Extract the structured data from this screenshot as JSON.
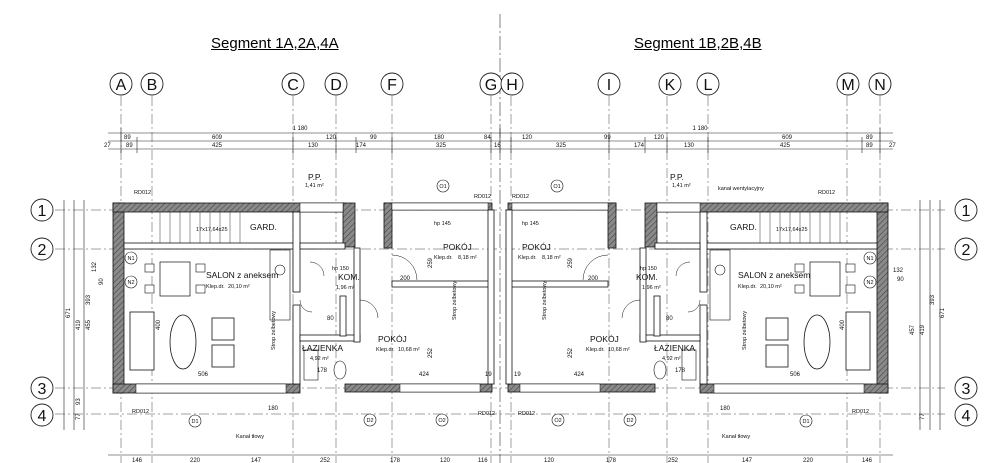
{
  "segments": {
    "left_title": "Segment 1A,2A,4A",
    "right_title": "Segment 1B,2B,4B"
  },
  "axes": {
    "letters": [
      "A",
      "B",
      "C",
      "D",
      "F",
      "G",
      "H",
      "I",
      "K",
      "L",
      "M",
      "N"
    ],
    "numbers": [
      "1",
      "2",
      "3",
      "4"
    ]
  },
  "dims": {
    "top_total": "1 180",
    "top_row1": [
      "89",
      "609",
      "120",
      "99",
      "180",
      "84",
      "120",
      "99",
      "120",
      "609",
      "89"
    ],
    "top_row2": [
      "27",
      "89",
      "425",
      "130",
      "174",
      "325",
      "16",
      "325",
      "174",
      "130",
      "425",
      "89",
      "27"
    ],
    "bottom_row": [
      "146",
      "220",
      "147",
      "252",
      "178",
      "120",
      "116",
      "120",
      "178",
      "252",
      "147",
      "220",
      "146"
    ],
    "left_side": [
      "132",
      "90",
      "393",
      "671",
      "419",
      "455",
      "93",
      "77"
    ],
    "right_side": [
      "132",
      "90",
      "393",
      "419",
      "457",
      "671",
      "77"
    ]
  },
  "rooms": {
    "pokoj": "POKÓJ",
    "salon": "SALON z aneksem",
    "kom": "KOM.",
    "lazienka": "ŁAZIENKA",
    "gard": "GARD.",
    "pp": "P.P.",
    "left_salon_area": "20,10 m²",
    "left_pokoj_top_area": "8,18 m²",
    "left_pokoj_low_area": "10,68 m²",
    "left_lazienka_area": "4,92 m²",
    "right_salon_area": "20,10 m²",
    "right_pokoj_top_area": "8,18 m²",
    "right_pokoj_low_area": "10,68 m²",
    "right_lazienka_area": "4,92 m²",
    "pp_area": "1,41 m²",
    "kom_area": "1,96 m²",
    "floor_label": "Klep.dr.",
    "stairs_left": "17x17,64x25",
    "stairs_right": "17x17,64x25"
  },
  "labels": {
    "rd": "RD012",
    "n1": "N1",
    "n2": "N2",
    "d1": "D1",
    "d2": "D2",
    "o1": "O1",
    "o2": "O2",
    "strop": "Strop żelbetowy",
    "hp145": "hp 145",
    "hp150": "hp 150",
    "d506": "506",
    "d424": "424",
    "d252": "252",
    "d259": "259",
    "d178": "178",
    "d180": "180",
    "d400": "400",
    "d200": "200",
    "d19": "19",
    "d80": "80",
    "note_bottom": "Kanał tłowy",
    "note_top": "kanał wentylacyjny"
  }
}
